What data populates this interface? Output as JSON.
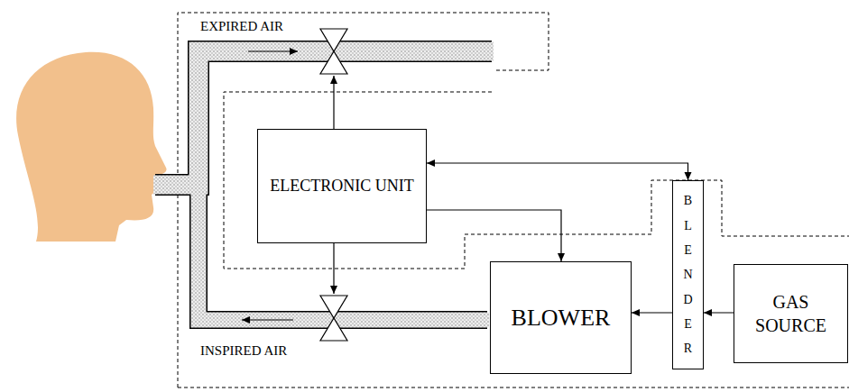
{
  "diagram": {
    "nodes": [
      {
        "text": [
          "ELECTRONIC UNIT"
        ]
      },
      {
        "text": [
          "BLOWER"
        ]
      },
      {
        "text": [
          "BLENDER"
        ]
      },
      {
        "text": [
          "GAS SOURCE"
        ]
      }
    ],
    "edges": [
      {
        "from": 0,
        "to": 1,
        "arrow": "to"
      },
      {
        "from": 0,
        "to": 2,
        "arrow": "both"
      },
      {
        "from": 2,
        "to": 1,
        "arrow": "to"
      },
      {
        "from": 3,
        "to": 2,
        "arrow": "to"
      }
    ],
    "labels": [
      "EXPIRED AIR",
      "INSPIRED AIR"
    ]
  }
}
